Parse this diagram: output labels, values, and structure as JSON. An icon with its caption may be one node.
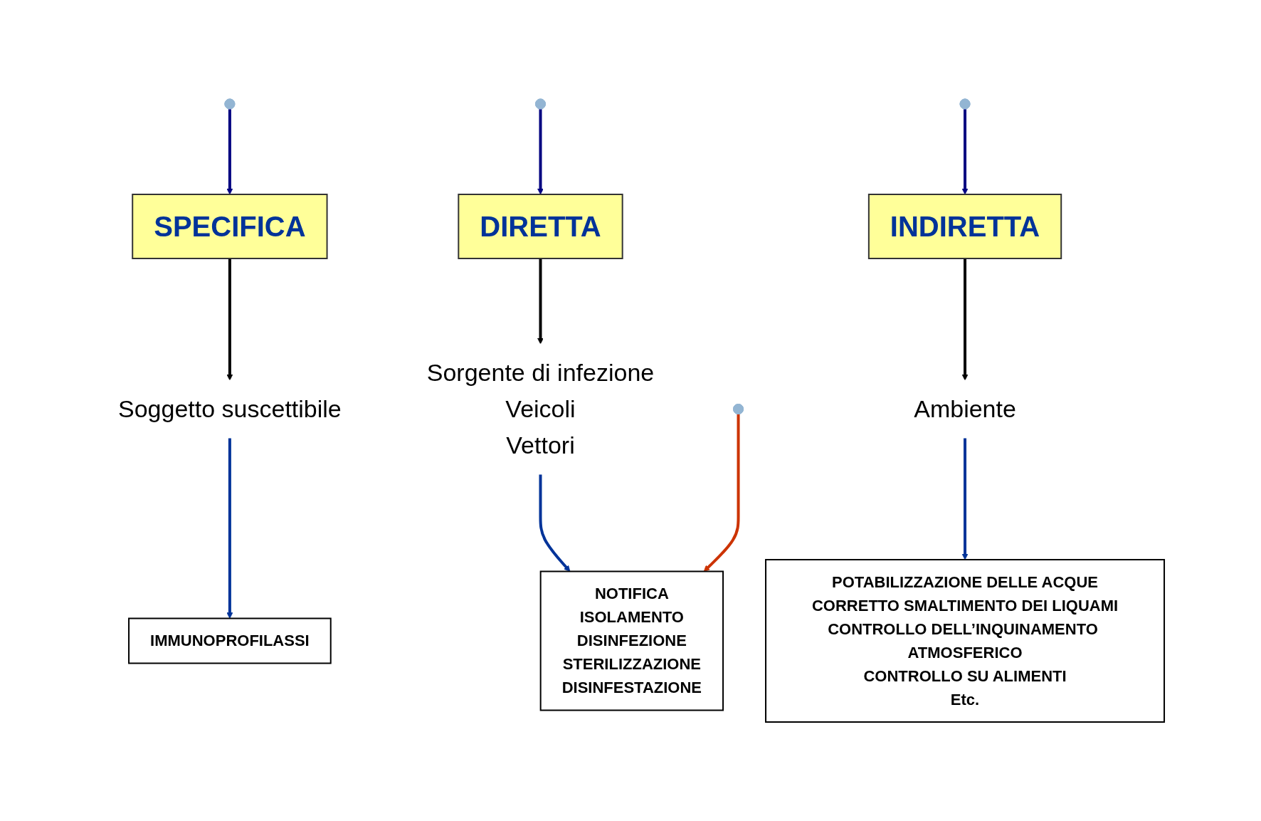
{
  "diagram": {
    "nodes": [
      {
        "text": [
          "SPECIFICA"
        ]
      },
      {
        "text": [
          "DIRETTA"
        ]
      },
      {
        "text": [
          "INDIRETTA"
        ]
      },
      {
        "text": [
          "Soggetto suscettibile"
        ]
      },
      {
        "text": [
          "Sorgente di infezione",
          "Veicoli",
          "Vettori"
        ]
      },
      {
        "text": [
          "Ambiente"
        ]
      },
      {
        "text": [
          "IMMUNOPROFILASSI"
        ]
      },
      {
        "text": [
          "NOTIFICA",
          "ISOLAMENTO",
          "DISINFEZIONE",
          "STERILIZZAZIONE",
          "DISINFESTAZIONE"
        ]
      },
      {
        "text": [
          "POTABILIZZAZIONE DELLE ACQUE",
          "CORRETTO SMALTIMENTO DEI LIQUAMI",
          "CONTROLLO DELL’INQUINAMENTO ATMOSFERICO",
          "CONTROLLO SU ALIMENTI",
          "Etc."
        ]
      }
    ],
    "edges": [
      {
        "from": null,
        "to": 0,
        "arrow": "to",
        "color": "#000080"
      },
      {
        "from": null,
        "to": 1,
        "arrow": "to",
        "color": "#000080"
      },
      {
        "from": null,
        "to": 2,
        "arrow": "to",
        "color": "#000080"
      },
      {
        "from": 0,
        "to": 3,
        "arrow": "to",
        "color": "#000000"
      },
      {
        "from": 1,
        "to": 4,
        "arrow": "to",
        "color": "#000000"
      },
      {
        "from": 2,
        "to": 5,
        "arrow": "to",
        "color": "#000000"
      },
      {
        "from": 3,
        "to": 6,
        "arrow": "to",
        "color": "#003399"
      },
      {
        "from": 4,
        "to": 7,
        "arrow": "to",
        "color": "#003399"
      },
      {
        "from": 5,
        "to": 8,
        "arrow": "to",
        "color": "#003399"
      },
      {
        "from": null,
        "to": 7,
        "arrow": "to",
        "color": "#cc3300"
      }
    ]
  }
}
